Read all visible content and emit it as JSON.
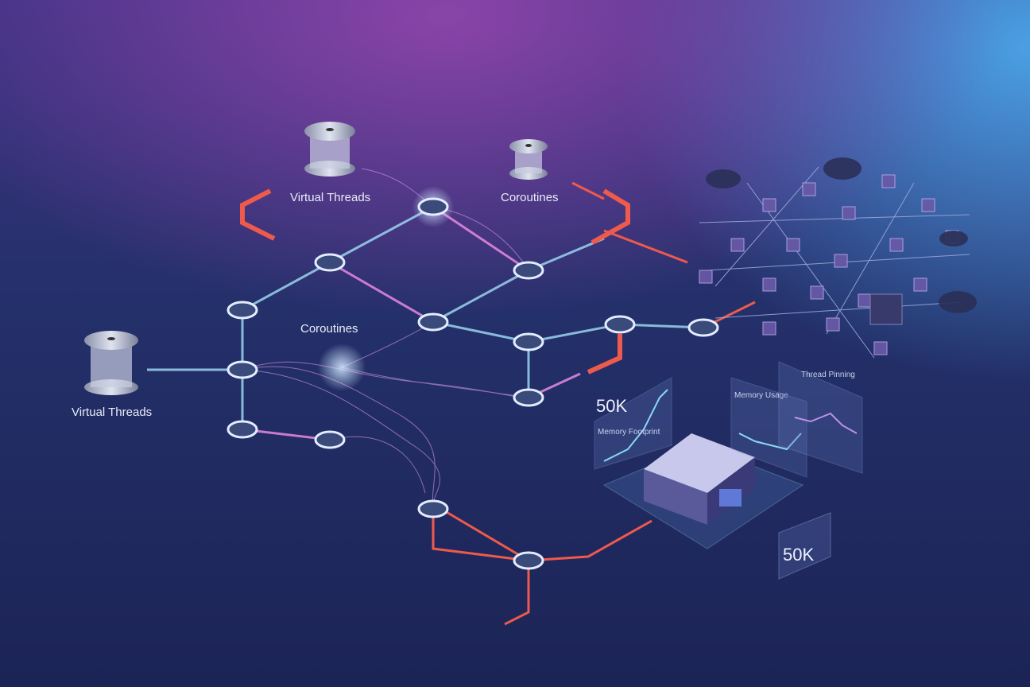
{
  "labels": {
    "virtual_threads_top": "Virtual Threads",
    "coroutines_top": "Coroutines",
    "coroutines_mid": "Coroutines",
    "virtual_threads_left": "Virtual Threads"
  },
  "panels": {
    "memory_footprint": {
      "value": "50K",
      "title": "Memory Footprint"
    },
    "memory_usage": {
      "title": "Memory Usage"
    },
    "thread_pinning": {
      "title": "Thread Pinning"
    },
    "bottom_badge": {
      "value": "50K"
    }
  },
  "colors": {
    "cyan": "#8fd8f0",
    "pink": "#e07ad8",
    "red": "#ee5a4c",
    "node": "#d8e4f8"
  }
}
